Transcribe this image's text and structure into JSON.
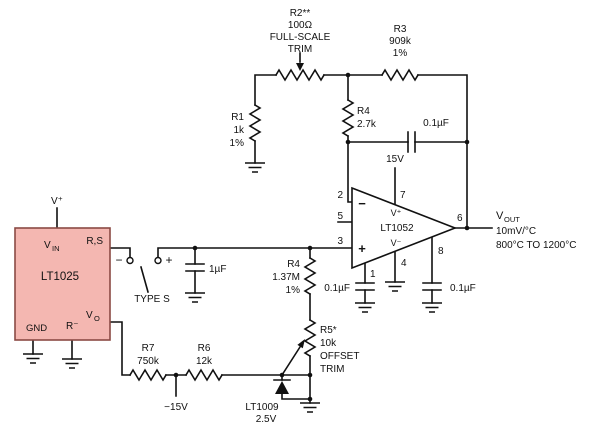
{
  "colors": {
    "wire": "#111111",
    "chip_fill": "#f4b7b1",
    "chip_stroke": "#8a4a44",
    "background": "#ffffff"
  },
  "resistors": {
    "r1": {
      "name": "R1",
      "value": "1k",
      "tol": "1%"
    },
    "r2": {
      "name": "R2**",
      "value": "100Ω",
      "note1": "FULL-SCALE",
      "note2": "TRIM"
    },
    "r3": {
      "name": "R3",
      "value": "909k",
      "tol": "1%"
    },
    "r4_top": {
      "name": "R4",
      "value": "2.7k"
    },
    "r4_input": {
      "name": "R4",
      "value": "1.37M",
      "tol": "1%"
    },
    "r5": {
      "name": "R5*",
      "value": "10k",
      "note1": "OFFSET",
      "note2": "TRIM"
    },
    "r6": {
      "name": "R6",
      "value": "12k"
    },
    "r7": {
      "name": "R7",
      "value": "750k"
    }
  },
  "capacitors": {
    "c_input": "1µF",
    "c_feedback": "0.1µF",
    "c_clamp_left": "0.1µF",
    "c_clamp_right": "0.1µF"
  },
  "opamp": {
    "part": "LT1052",
    "v_plus": "V⁺",
    "v_minus": "V⁻",
    "in_minus": "−",
    "in_plus": "+",
    "pin1": "1",
    "pin2": "2",
    "pin3": "3",
    "pin4": "4",
    "pin5": "5",
    "pin6": "6",
    "pin7": "7",
    "pin8": "8"
  },
  "compensator": {
    "part": "LT1025",
    "pin_v_plus": "V⁺",
    "pin_vin_base": "V",
    "pin_vin_sub": "IN",
    "pin_rs": "R,S",
    "pin_gnd": "GND",
    "pin_r_minus": "R⁻",
    "pin_vo_base": "V",
    "pin_vo_sub": "O"
  },
  "reference": {
    "part": "LT1009",
    "value": "2.5V"
  },
  "thermocouple": {
    "minus": "−",
    "plus": "+",
    "type": "TYPE S"
  },
  "supplies": {
    "positive": "15V",
    "negative": "−15V"
  },
  "output": {
    "base": "V",
    "sub": "OUT",
    "scale": "10mV/°C",
    "range": "800°C TO 1200°C"
  }
}
